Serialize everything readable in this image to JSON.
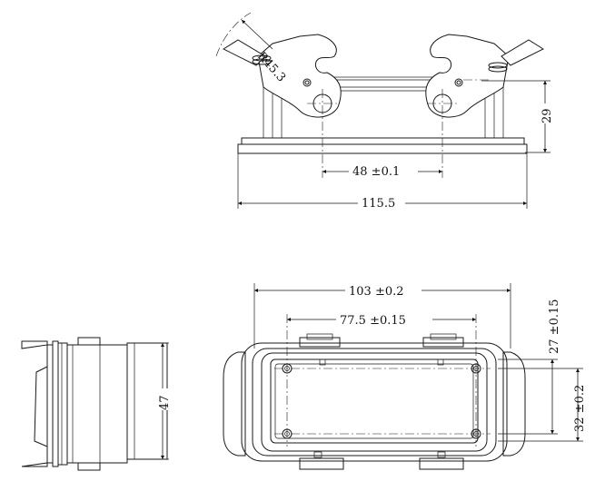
{
  "dimensions": {
    "radius": "R45.3",
    "pin_spacing": "48 ±0.1",
    "base_width": "115.5",
    "height_top": "29",
    "outer_width": "103 ±0.2",
    "inner_width": "77.5 ±0.15",
    "side_height": "47",
    "right_upper": "27 ±0.15",
    "right_lower": "32 ±0.2"
  }
}
